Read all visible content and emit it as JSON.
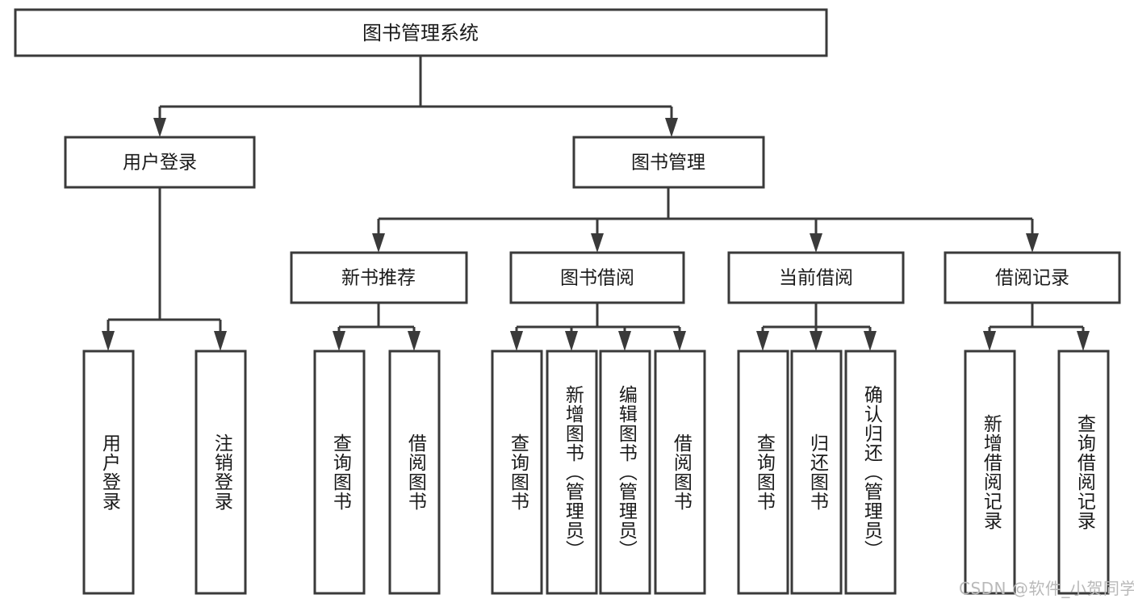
{
  "diagram": {
    "title": "图书管理系统",
    "type": "tree",
    "watermark": "CSDN @软件_小贺同学",
    "colors": {
      "stroke": "#3a3a3a",
      "fill": "#ffffff",
      "text": "#1a1a1a",
      "watermark": "#b9b9b9"
    },
    "root": {
      "label": "图书管理系统"
    },
    "level2": [
      {
        "label": "用户登录"
      },
      {
        "label": "图书管理"
      }
    ],
    "level3": [
      {
        "label": "新书推荐"
      },
      {
        "label": "图书借阅"
      },
      {
        "label": "当前借阅"
      },
      {
        "label": "借阅记录"
      }
    ],
    "leaves": {
      "user_login": [
        {
          "label": "用户登录"
        },
        {
          "label": "注销登录"
        }
      ],
      "new_book_recommend": [
        {
          "label": "查询图书"
        },
        {
          "label": "借阅图书"
        }
      ],
      "book_borrow": [
        {
          "label": "查询图书"
        },
        {
          "label": "新增图书（管理员）"
        },
        {
          "label": "编辑图书（管理员）"
        },
        {
          "label": "借阅图书"
        }
      ],
      "current_borrow": [
        {
          "label": "查询图书"
        },
        {
          "label": "归还图书"
        },
        {
          "label": "确认归还（管理员）"
        }
      ],
      "borrow_record": [
        {
          "label": "新增借阅记录"
        },
        {
          "label": "查询借阅记录"
        }
      ]
    }
  }
}
